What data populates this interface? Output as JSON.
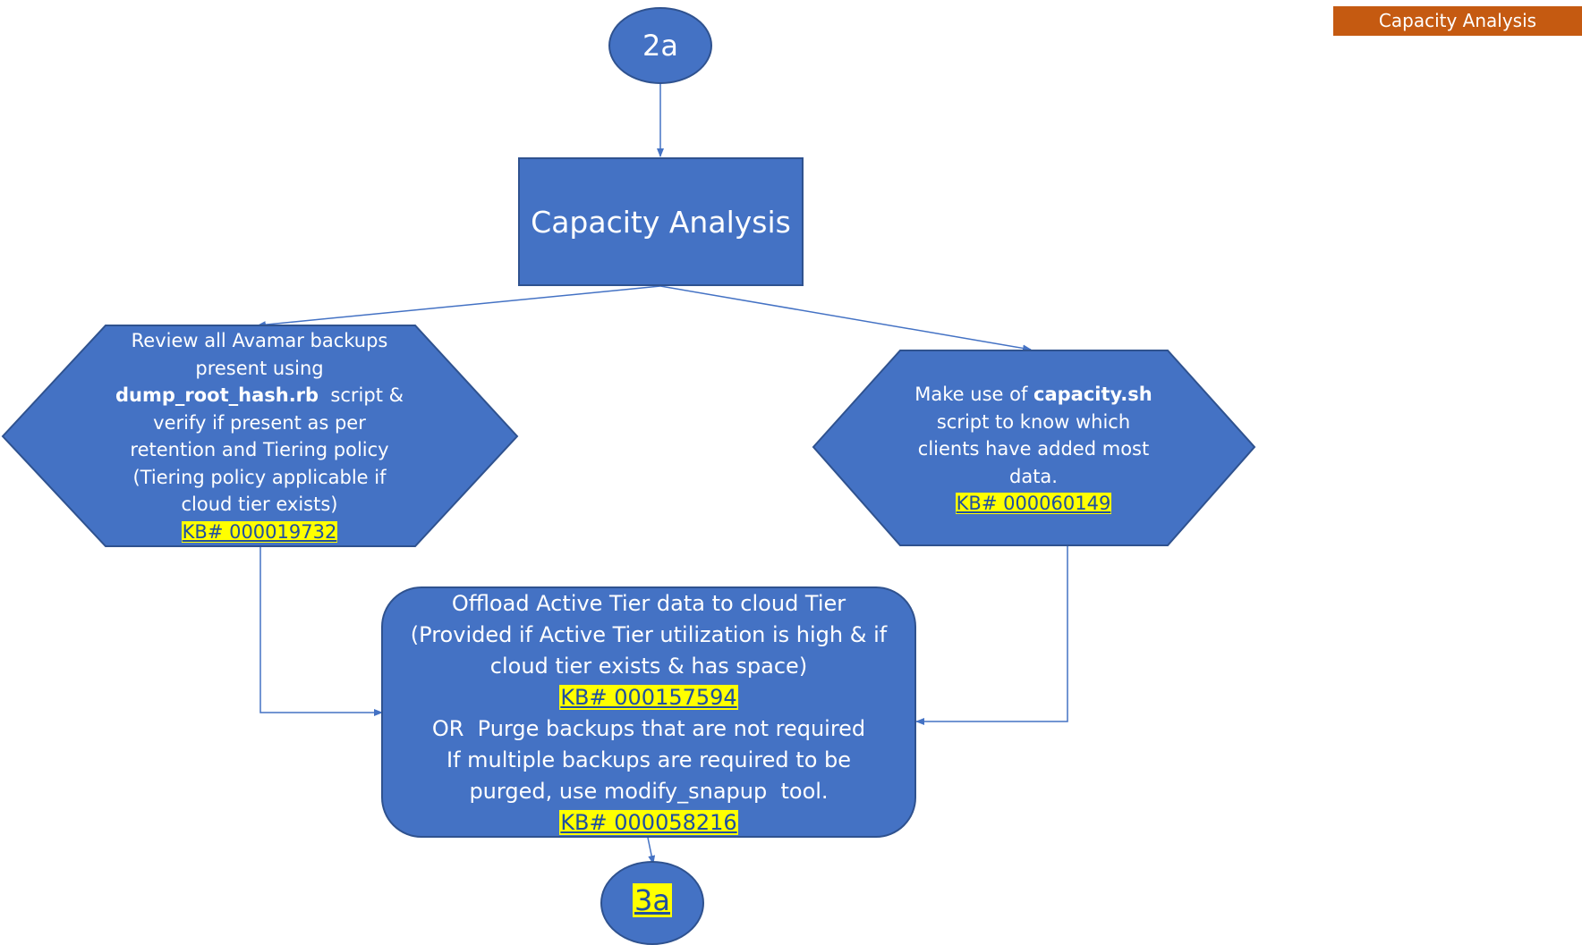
{
  "header_tag": "Capacity Analysis",
  "colors": {
    "node_fill": "#4472c4",
    "node_stroke": "#2f528f",
    "line": "#4472c4",
    "tag": "#c55a11",
    "highlight": "#ffff00"
  },
  "start_connector": {
    "label": "2a"
  },
  "end_connector": {
    "label": "3a"
  },
  "main_box": {
    "label": "Capacity Analysis"
  },
  "left_node": {
    "l1": "Review all Avamar backups",
    "l2": "present using",
    "l3_bold": "dump_root_hash.rb",
    "l3_rest": "  script &",
    "l4": "verify if present as per",
    "l5": "retention and  Tiering policy",
    "l6": "(Tiering policy applicable if",
    "l7": "cloud tier exists)",
    "kb": "KB# 000019732"
  },
  "right_node": {
    "l1_pre": "Make use of ",
    "l1_bold": "capacity.sh",
    "l2": "script to know which",
    "l3": "clients have added most",
    "l4": "data.",
    "kb": "KB# 000060149"
  },
  "bottom_node": {
    "l1": "Offload Active Tier data to cloud Tier",
    "l2": "(Provided if Active Tier utilization is high & if",
    "l3": "cloud tier exists & has space)",
    "kb1": "KB# 000157594",
    "l4": "OR  Purge backups that are not required",
    "l5": "If multiple backups are required to be",
    "l6": "purged, use modify_snapup  tool.",
    "kb2": "KB# 000058216"
  }
}
